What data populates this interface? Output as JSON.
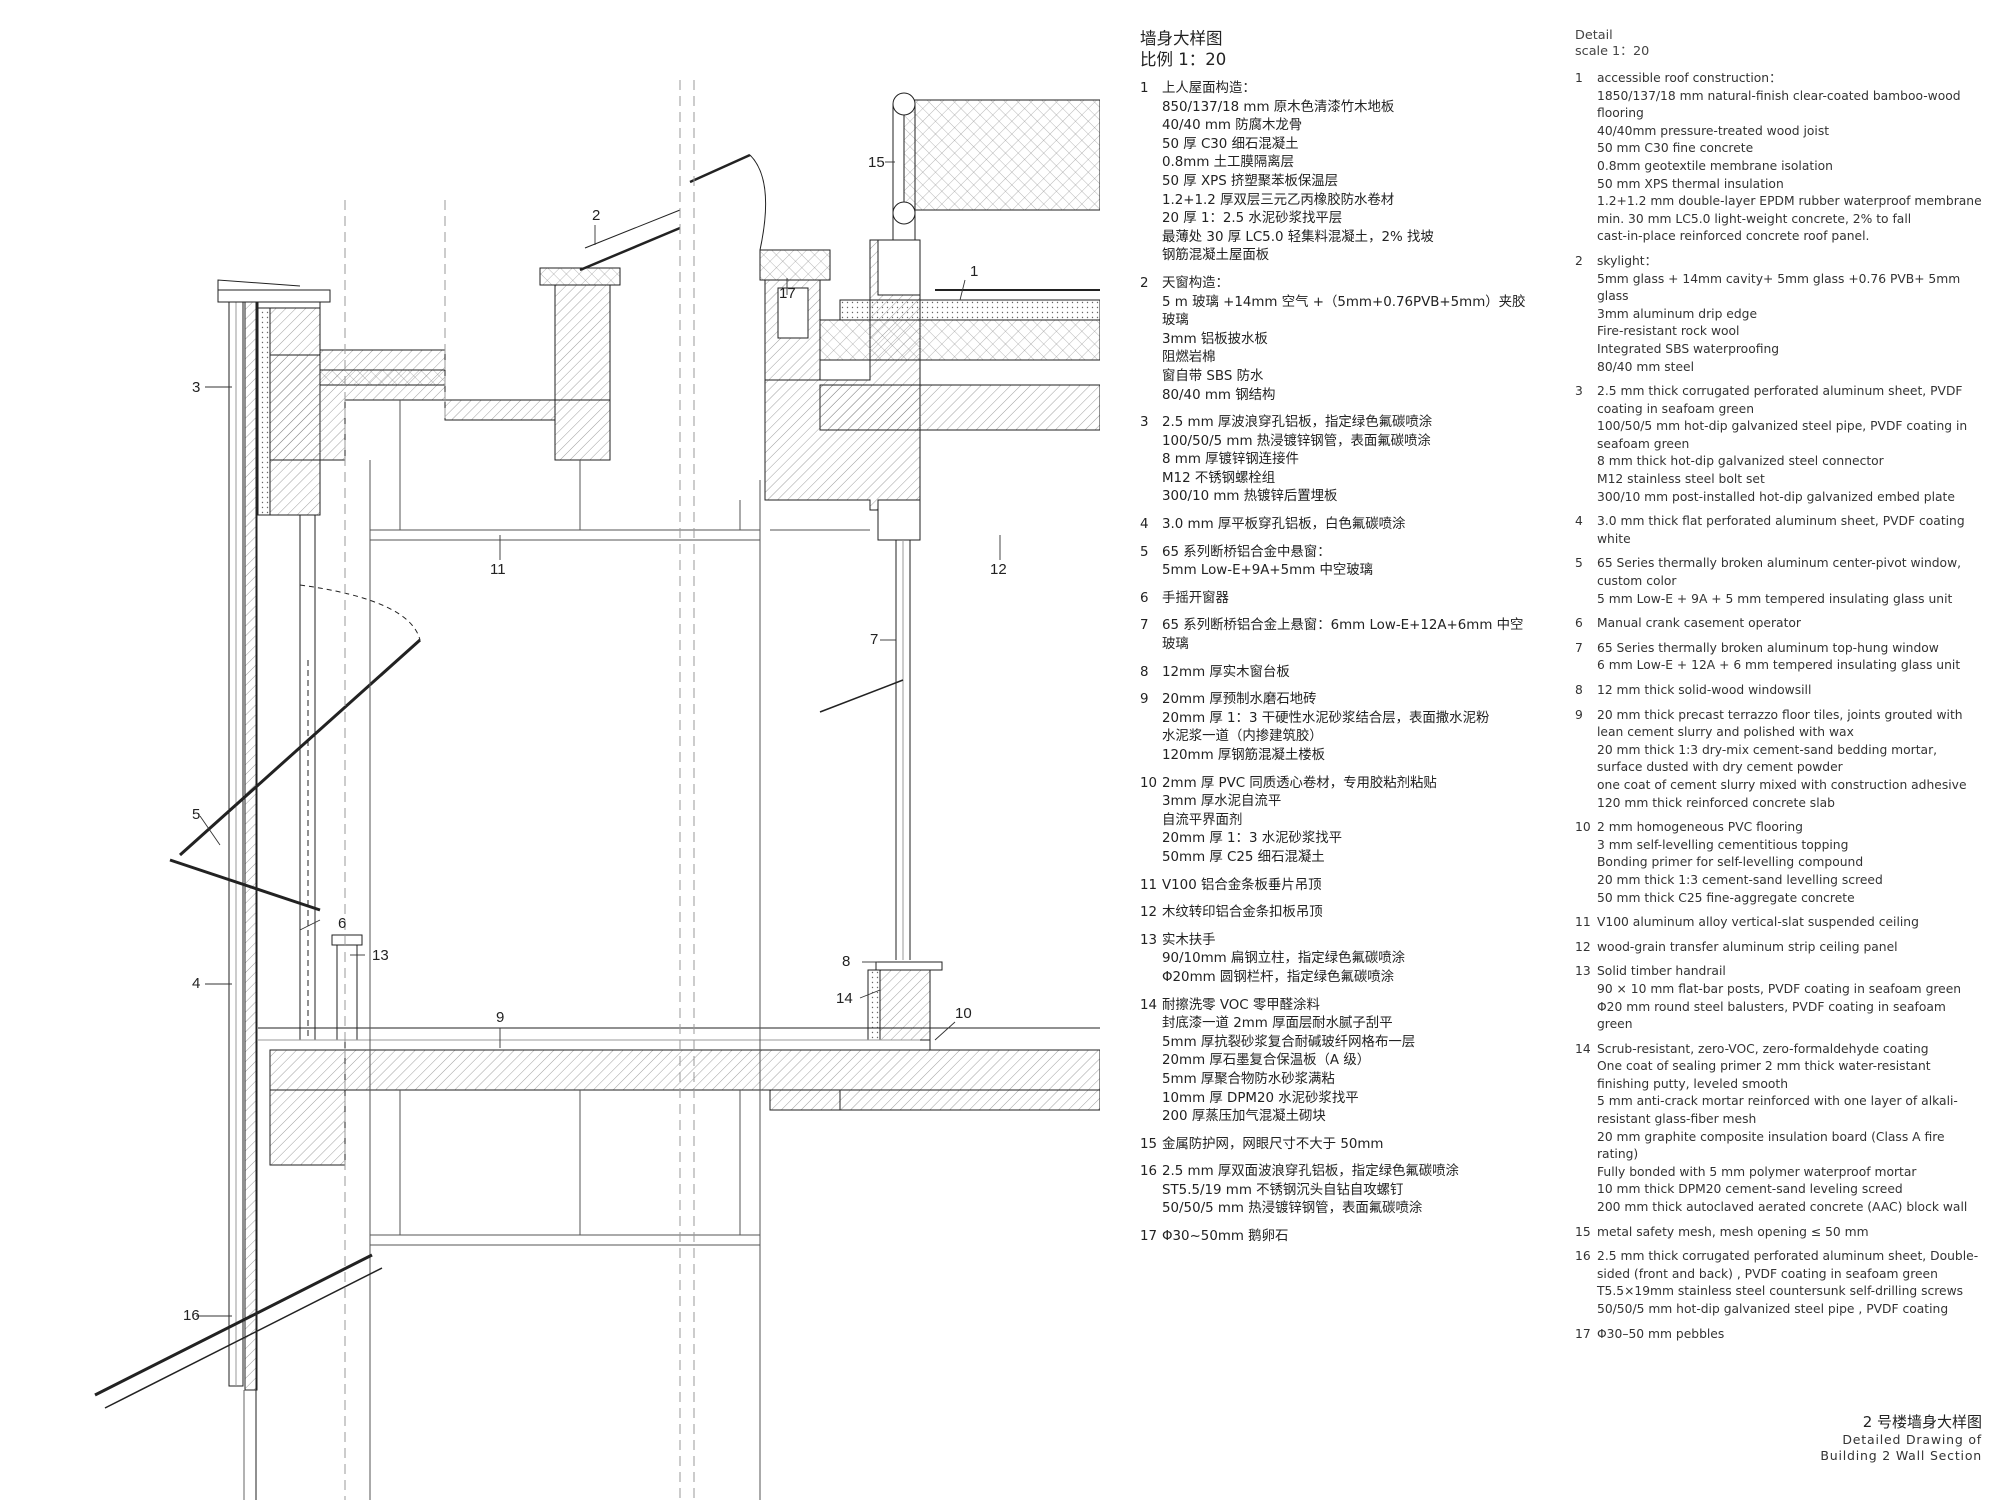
{
  "drawing": {
    "callouts": {
      "c1": "1",
      "c2": "2",
      "c3": "3",
      "c4": "4",
      "c5": "5",
      "c6": "6",
      "c7": "7",
      "c8": "8",
      "c9": "9",
      "c10": "10",
      "c11": "11",
      "c12": "12",
      "c13": "13",
      "c14": "14",
      "c15": "15",
      "c16": "16",
      "c17": "17"
    }
  },
  "legend_cn": {
    "title": "墙身大样图",
    "scale": "比例 1：20",
    "notes": [
      {
        "num": "1",
        "lines": [
          "上人屋面构造：",
          "850/137/18 mm 原木色清漆竹木地板",
          "40/40 mm 防腐木龙骨",
          "50 厚 C30 细石混凝土",
          "0.8mm 土工膜隔离层",
          "50 厚 XPS 挤塑聚苯板保温层",
          "1.2+1.2 厚双层三元乙丙橡胶防水卷材",
          "20 厚 1：2.5 水泥砂浆找平层",
          "最薄处 30 厚 LC5.0 轻集料混凝土，2% 找坡",
          "钢筋混凝土屋面板"
        ]
      },
      {
        "num": "2",
        "lines": [
          "天窗构造：",
          "5 m 玻璃 +14mm 空气 +（5mm+0.76PVB+5mm）夹胶",
          "玻璃",
          "3mm 铝板披水板",
          "阻燃岩棉",
          "窗自带 SBS 防水",
          "80/40 mm 钢结构"
        ]
      },
      {
        "num": "3",
        "lines": [
          "2.5 mm 厚波浪穿孔铝板，指定绿色氟碳喷涂",
          "100/50/5 mm 热浸镀锌钢管，表面氟碳喷涂",
          "8 mm 厚镀锌钢连接件",
          "M12 不锈钢螺栓组",
          "300/10 mm 热镀锌后置埋板"
        ]
      },
      {
        "num": "4",
        "lines": [
          "3.0 mm 厚平板穿孔铝板，白色氟碳喷涂"
        ]
      },
      {
        "num": "5",
        "lines": [
          "65 系列断桥铝合金中悬窗：",
          "5mm Low-E+9A+5mm 中空玻璃"
        ]
      },
      {
        "num": "6",
        "lines": [
          "手摇开窗器"
        ]
      },
      {
        "num": "7",
        "lines": [
          "65 系列断桥铝合金上悬窗：6mm Low-E+12A+6mm 中空",
          "玻璃"
        ]
      },
      {
        "num": "8",
        "lines": [
          "12mm 厚实木窗台板"
        ]
      },
      {
        "num": "9",
        "lines": [
          "20mm 厚预制水磨石地砖",
          "20mm 厚 1：3 干硬性水泥砂浆结合层，表面撒水泥粉",
          "水泥浆一道（内掺建筑胶）",
          "120mm 厚钢筋混凝土楼板"
        ]
      },
      {
        "num": "10",
        "lines": [
          "2mm 厚 PVC 同质透心卷材，专用胶粘剂粘贴",
          "3mm 厚水泥自流平",
          "自流平界面剂",
          "20mm 厚 1：3 水泥砂浆找平",
          "50mm 厚 C25 细石混凝土"
        ]
      },
      {
        "num": "11",
        "lines": [
          "V100 铝合金条板垂片吊顶"
        ]
      },
      {
        "num": "12",
        "lines": [
          "木纹转印铝合金条扣板吊顶"
        ]
      },
      {
        "num": "13",
        "lines": [
          "实木扶手",
          "90/10mm 扁钢立柱，指定绿色氟碳喷涂",
          "Φ20mm 圆钢栏杆，指定绿色氟碳喷涂"
        ]
      },
      {
        "num": "14",
        "lines": [
          "耐擦洗零 VOC 零甲醛涂料",
          "封底漆一道 2mm 厚面层耐水腻子刮平",
          "5mm 厚抗裂砂浆复合耐碱玻纤网格布一层",
          "20mm 厚石墨复合保温板（A 级）",
          "5mm 厚聚合物防水砂浆满粘",
          "10mm 厚 DPM20 水泥砂浆找平",
          "200 厚蒸压加气混凝土砌块"
        ]
      },
      {
        "num": "15",
        "lines": [
          "金属防护网，网眼尺寸不大于 50mm"
        ]
      },
      {
        "num": "16",
        "lines": [
          "2.5 mm 厚双面波浪穿孔铝板，指定绿色氟碳喷涂",
          "ST5.5/19 mm 不锈钢沉头自钻自攻螺钉",
          "50/50/5 mm 热浸镀锌钢管，表面氟碳喷涂"
        ]
      },
      {
        "num": "17",
        "lines": [
          "Φ30~50mm 鹅卵石"
        ]
      }
    ]
  },
  "legend_en": {
    "title": "Detail",
    "scale": "scale 1：20",
    "notes": [
      {
        "num": "1",
        "lines": [
          "accessible roof construction：",
          "1850/137/18 mm natural-finish clear-coated  bamboo-wood",
          "flooring",
          "40/40mm pressure-treated wood joist",
          "50 mm C30 fine concrete",
          "0.8mm geotextile membrane isolation",
          "50 mm XPS thermal insulation",
          "1.2+1.2 mm double-layer EPDM rubber waterproof membrane",
          "min. 30 mm LC5.0 light-weight concrete, 2% to fall",
          "cast-in-place reinforced concrete roof panel."
        ]
      },
      {
        "num": "2",
        "lines": [
          "skylight：",
          "5mm glass + 14mm cavity+ 5mm glass +0.76 PVB+ 5mm",
          "glass",
          "3mm aluminum drip edge",
          "Fire-resistant rock wool",
          "Integrated SBS waterproofing",
          "80/40 mm steel"
        ]
      },
      {
        "num": "3",
        "lines": [
          "2.5 mm thick corrugated perforated aluminum sheet, PVDF",
          "coating in seafoam green",
          "100/50/5 mm hot-dip galvanized steel pipe, PVDF coating in",
          "seafoam green",
          "8 mm thick hot-dip galvanized steel connector",
          "M12 stainless steel bolt set",
          "300/10 mm post-installed hot-dip galvanized embed plate"
        ]
      },
      {
        "num": "4",
        "lines": [
          "3.0 mm thick flat perforated aluminum sheet,  PVDF  coating",
          "white"
        ]
      },
      {
        "num": "5",
        "lines": [
          "65 Series thermally broken aluminum center-pivot window,",
          "custom color",
          "5 mm Low-E + 9A + 5 mm tempered insulating glass unit"
        ]
      },
      {
        "num": "6",
        "lines": [
          "Manual crank casement operator"
        ]
      },
      {
        "num": "7",
        "lines": [
          "65 Series thermally broken aluminum top-hung window",
          "6 mm Low-E + 12A + 6 mm tempered insulating glass unit"
        ]
      },
      {
        "num": "8",
        "lines": [
          "12 mm thick solid-wood windowsill"
        ]
      },
      {
        "num": "9",
        "lines": [
          "20 mm thick precast terrazzo floor tiles, joints grouted with",
          "lean cement slurry and polished with wax",
          "20 mm thick 1:3 dry-mix cement-sand bedding mortar,",
          "surface dusted with dry cement powder",
          "one coat of cement slurry mixed with construction adhesive",
          "120 mm thick reinforced concrete slab"
        ]
      },
      {
        "num": "10",
        "lines": [
          "2 mm homogeneous PVC  flooring",
          "3 mm self-levelling cementitious topping",
          "Bonding primer for self-levelling compound",
          "20 mm thick 1:3 cement-sand levelling screed",
          "50 mm thick C25 fine-aggregate concrete"
        ]
      },
      {
        "num": "11",
        "lines": [
          "V100 aluminum alloy vertical-slat suspended ceiling"
        ]
      },
      {
        "num": "12",
        "lines": [
          "wood-grain transfer aluminum strip ceiling panel"
        ]
      },
      {
        "num": "13",
        "lines": [
          "Solid timber handrail",
          "90 × 10 mm flat-bar posts, PVDF  coating  in seafoam green",
          "Φ20 mm round steel balusters, PVDF  coating  in seafoam",
          "green"
        ]
      },
      {
        "num": "14",
        "lines": [
          "Scrub-resistant, zero-VOC, zero-formaldehyde coating",
          "One coat of sealing primer 2 mm thick water-resistant",
          "finishing  putty, leveled smooth",
          "5 mm anti-crack mortar reinforced with one layer of alkali-",
          "resistant glass-fiber mesh",
          "20 mm graphite composite insulation board (Class A fire",
          "rating)",
          "Fully bonded with 5 mm polymer waterproof mortar",
          "10 mm thick DPM20 cement-sand leveling screed",
          "200 mm thick autoclaved aerated concrete (AAC) block wall"
        ]
      },
      {
        "num": "15",
        "lines": [
          "metal safety mesh, mesh opening ≤ 50 mm"
        ]
      },
      {
        "num": "16",
        "lines": [
          "2.5 mm thick corrugated perforated aluminum sheet, Double-",
          "sided (front and back) , PVDF coating in seafoam green",
          "T5.5×19mm stainless steel countersunk self-drilling screws",
          "50/50/5 mm hot-dip galvanized steel pipe , PVDF coating"
        ]
      },
      {
        "num": "17",
        "lines": [
          "Φ30–50 mm pebbles"
        ]
      }
    ]
  },
  "caption": {
    "cn": "2 号楼墙身大样图",
    "en_line1": "Detailed Drawing of",
    "en_line2": "Building 2 Wall Section"
  }
}
